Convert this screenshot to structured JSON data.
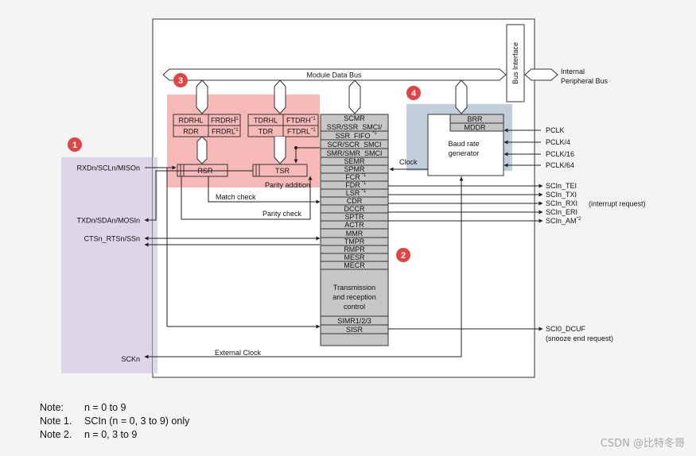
{
  "colors": {
    "module": "#ffffff",
    "region1": "#dcd6e8",
    "region3": "#f7b8b8",
    "region4": "#c3cedd",
    "register": "#c6c6c6",
    "badge": "#e04545"
  },
  "badges": [
    "1",
    "2",
    "3",
    "4"
  ],
  "bus": {
    "module_data_bus": "Module Data Bus",
    "bus_interface": "Bus Interface",
    "internal_line1": "Internal",
    "internal_line2": "Peripheral Bus"
  },
  "buffers": {
    "rx": {
      "left_top": "RDRHL",
      "right_top": "FRDRH",
      "right_top_sup": "*1",
      "left_bot": "RDR",
      "right_bot": "FRDRL",
      "right_bot_sup": "*1"
    },
    "tx": {
      "left_top": "TDRHL",
      "right_top": "FTDRH",
      "right_top_sup": "*1",
      "left_bot": "TDR",
      "right_bot": "FTDRL",
      "right_bot_sup": "*1"
    }
  },
  "shift": {
    "rsr": "RSR",
    "tsr": "TSR"
  },
  "register_block": {
    "registers": [
      {
        "name": "SCMR",
        "sup": ""
      },
      {
        "name": "SSR/SSR_SMCI/",
        "sup": ""
      },
      {
        "name": "SSR_FIFO",
        "sup": "*1"
      },
      {
        "name": "SCR/SCR_SMCI",
        "sup": ""
      },
      {
        "name": "SMR/SMR_SMCI",
        "sup": ""
      },
      {
        "name": "SEMR",
        "sup": ""
      },
      {
        "name": "SPMR",
        "sup": ""
      },
      {
        "name": "FCR",
        "sup": "*1"
      },
      {
        "name": "FDR",
        "sup": "*1"
      },
      {
        "name": "LSR",
        "sup": "*1"
      },
      {
        "name": "CDR",
        "sup": ""
      },
      {
        "name": "DCCR",
        "sup": ""
      },
      {
        "name": "SPTR",
        "sup": ""
      },
      {
        "name": "ACTR",
        "sup": ""
      },
      {
        "name": "MMR",
        "sup": ""
      },
      {
        "name": "TMPR",
        "sup": ""
      },
      {
        "name": "RMPR",
        "sup": ""
      },
      {
        "name": "MESR",
        "sup": ""
      },
      {
        "name": "MECR",
        "sup": ""
      }
    ],
    "control": [
      "Transmission",
      "and reception",
      "control"
    ],
    "bottom": [
      "SIMR1/2/3",
      "SISR"
    ]
  },
  "baud": {
    "brr": "BRR",
    "mddr": "MDDR",
    "line1": "Baud rate",
    "line2": "generator",
    "clock": "Clock"
  },
  "clocks": [
    "PCLK",
    "PCLK/4",
    "PCLK/16",
    "PCLK/64"
  ],
  "pins": {
    "rxd": "RXDn/SCLn/MISOn",
    "txd": "TXDn/SDAn/MOSIn",
    "cts": "CTSn_RTSn/SSn",
    "sck": "SCKn"
  },
  "signals": {
    "match": "Match check",
    "parity_check": "Parity check",
    "parity_add": "Parity addition",
    "ext_clock": "External Clock"
  },
  "interrupts": [
    {
      "name": "SCIn_TEI",
      "sup": ""
    },
    {
      "name": "SCIn_TXI",
      "sup": ""
    },
    {
      "name": "SCIn_RXI",
      "sup": ""
    },
    {
      "name": "SCIn_ERI",
      "sup": ""
    },
    {
      "name": "SCIn_AM",
      "sup": "*2"
    }
  ],
  "interrupt_note": "(interrupt request)",
  "snooze": {
    "name": "SCI0_DCUF",
    "note": "(snooze end request)"
  },
  "notes": [
    {
      "key": "Note:",
      "text": "n = 0 to 9"
    },
    {
      "key": "Note 1.",
      "text": "SCIn (n = 0, 3 to 9) only"
    },
    {
      "key": "Note 2.",
      "text": "n = 0, 3 to 9"
    }
  ],
  "watermark": "CSDN @比特冬哥"
}
